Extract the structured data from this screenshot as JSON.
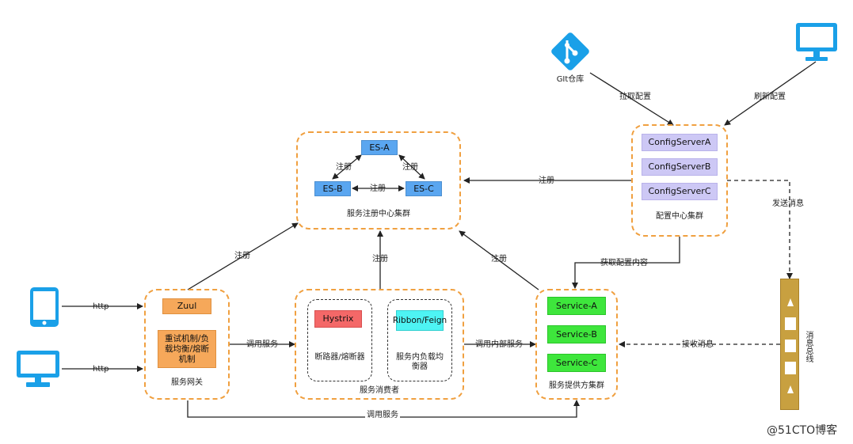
{
  "colors": {
    "cluster_border": "#f0a040",
    "es_node": "#5aa6f0",
    "config_node": "#cdc8f5",
    "zuul_node": "#f6a85a",
    "hystrix_node": "#f46868",
    "ribbon_node": "#4ef4f4",
    "service_node": "#3ee63c",
    "device_icon": "#1aa0e8",
    "bus": "#c8a040"
  },
  "git": {
    "label": "GIt仓库",
    "icon": "git-icon"
  },
  "monitor_top": {
    "icon": "monitor-icon"
  },
  "config_cluster": {
    "caption": "配置中心集群",
    "servers": [
      "ConfigServerA",
      "ConfigServerB",
      "ConfigServerC"
    ]
  },
  "eureka_cluster": {
    "caption": "服务注册中心集群",
    "nodes": {
      "a": "ES-A",
      "b": "ES-B",
      "c": "ES-C"
    },
    "edge_labels": {
      "ab": "注册",
      "ac": "注册",
      "bc": "注册"
    }
  },
  "gateway": {
    "caption": "服务网关",
    "zuul": "Zuul",
    "features": "重试机制/负载均衡/熔断机制"
  },
  "consumer": {
    "caption": "服务消费者",
    "breaker": {
      "name": "Hystrix",
      "caption": "断路器/熔断器"
    },
    "balancer": {
      "name": "Ribbon/Feign",
      "caption": "服务内负载均衡器"
    }
  },
  "provider": {
    "caption": "服务提供方集群",
    "services": [
      "Service-A",
      "Service-B",
      "Service-C"
    ]
  },
  "bus": {
    "label": "消息总线"
  },
  "devices": {
    "tablet": "tablet-icon",
    "desktop": "desktop-icon"
  },
  "edges": {
    "pull_config": "拉取配置",
    "refresh_config": "刷新配置",
    "config_register": "注册",
    "send_message": "发送消息",
    "get_config": "获取配置内容",
    "gateway_register": "注册",
    "consumer_register": "注册",
    "provider_register": "注册",
    "http_tablet": "http",
    "http_desktop": "http",
    "call_service": "调用服务",
    "call_internal": "调用内部服务",
    "receive_message": "接收消息",
    "bottom_call": "调用服务"
  },
  "watermark": "@51CTO博客"
}
